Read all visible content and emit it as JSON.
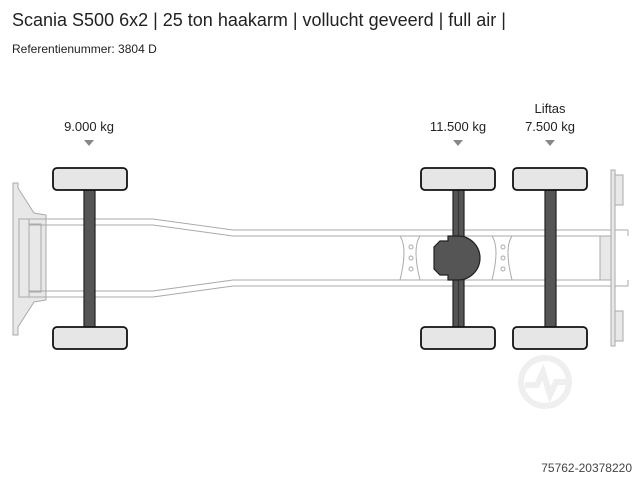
{
  "header": {
    "title": "Scania S500 6x2 | 25 ton haakarm | vollucht geveerd | full air |",
    "reference": "Referentienummer: 3804 D"
  },
  "axles": [
    {
      "name": "front",
      "load": "9.000 kg"
    },
    {
      "name": "rear-drive",
      "load": "11.500 kg"
    },
    {
      "name": "lift",
      "label": "Liftas",
      "load": "7.500 kg"
    }
  ],
  "footer": {
    "id": "75762-20378220"
  }
}
